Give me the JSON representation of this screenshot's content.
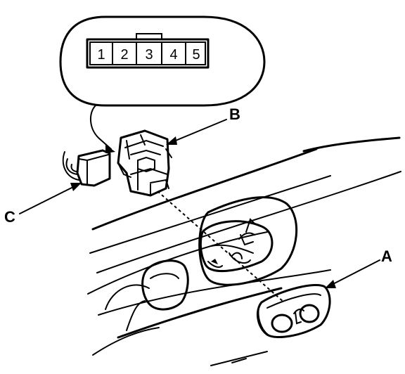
{
  "connector_pins": [
    "1",
    "2",
    "3",
    "4",
    "5"
  ],
  "callouts": {
    "a": "A",
    "b": "B",
    "c": "C"
  }
}
